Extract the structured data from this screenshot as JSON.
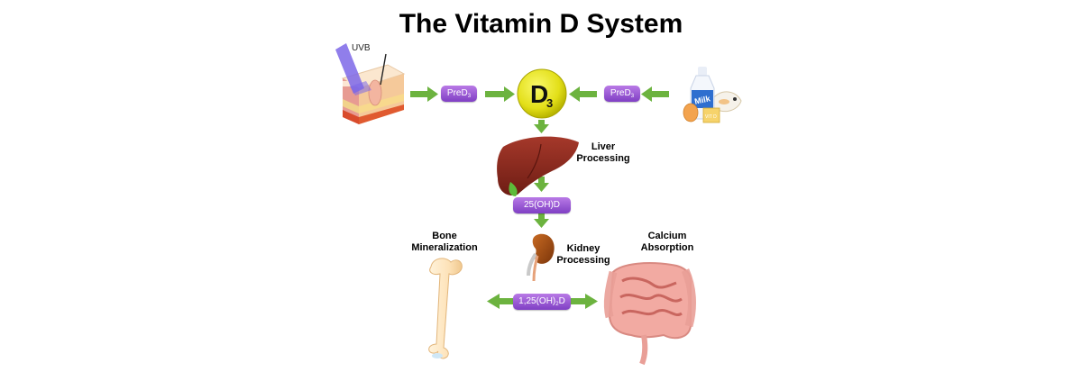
{
  "title": "The Vitamin D System",
  "uvb_label": "UVB",
  "d3": {
    "letter": "D",
    "subscript": "3"
  },
  "pills": {
    "pred3_left": {
      "main": "PreD",
      "sub": "3"
    },
    "pred3_right": {
      "main": "PreD",
      "sub": "3"
    },
    "hydroxy25": {
      "main": "25(OH)D"
    },
    "dihydroxy": {
      "pre": "1,25(OH)",
      "sub": "2",
      "post": "D"
    }
  },
  "labels": {
    "liver": [
      "Liver",
      "Processing"
    ],
    "kidney": [
      "Kidney",
      "Processing"
    ],
    "bone": [
      "Bone",
      "Mineralization"
    ],
    "calcium": [
      "Calcium",
      "Absorption"
    ]
  },
  "food_labels": {
    "milk": "Milk",
    "vit_d": "VIT D"
  },
  "colors": {
    "arrow_green": "#6cb33f",
    "pill_purple": "#8a48cf",
    "d3_yellow": "#e8e620",
    "liver_red": "#8e2a1f",
    "kidney_brown": "#9a4a12",
    "bone_cream": "#fde2b8",
    "intestine_pink": "#f2aaa2"
  }
}
